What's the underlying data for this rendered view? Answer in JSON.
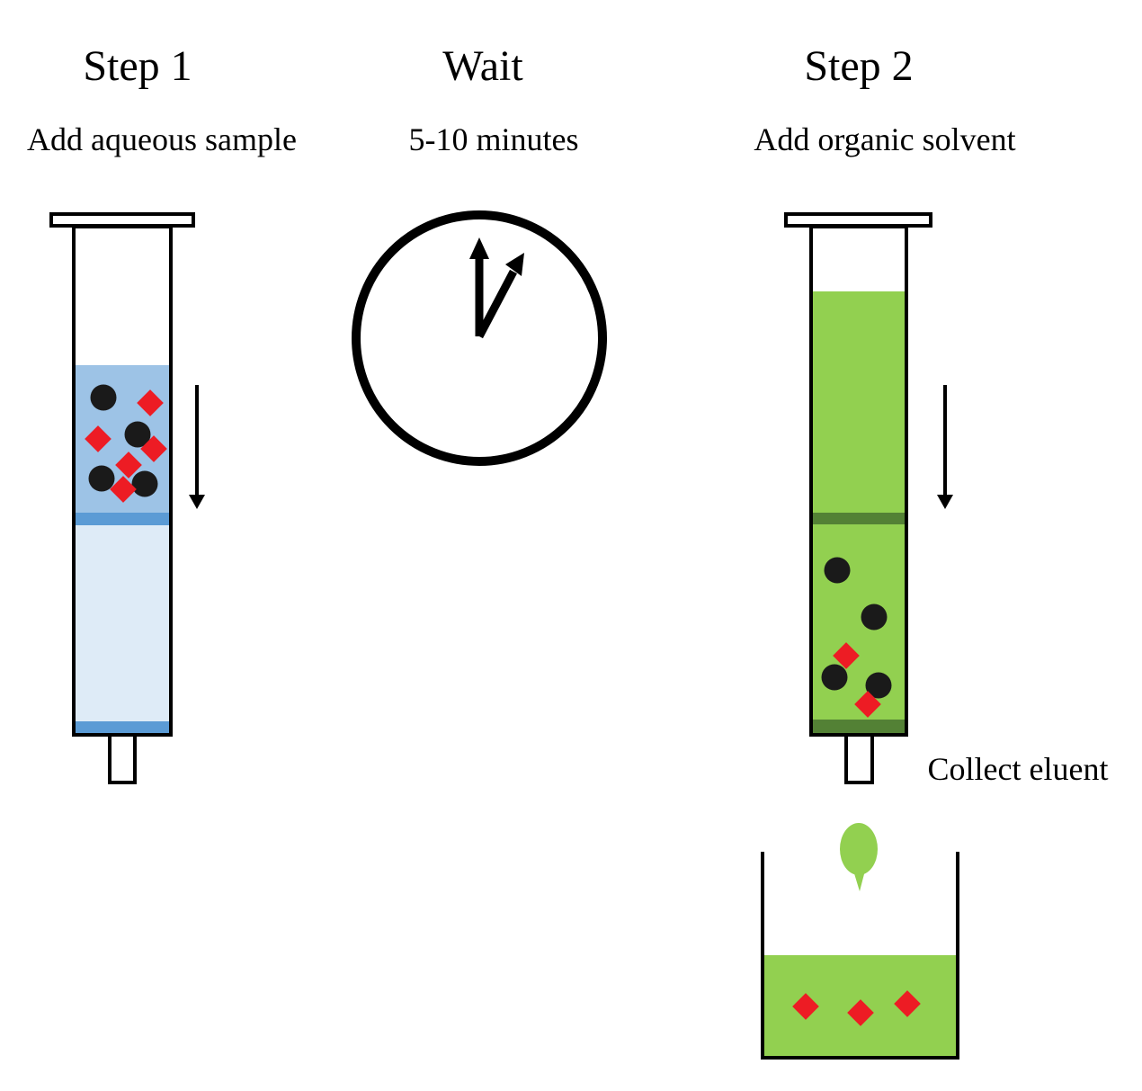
{
  "labels": {
    "step1_title": "Step 1",
    "step1_subtitle": "Add aqueous sample",
    "wait_title": "Wait",
    "wait_subtitle": "5-10 minutes",
    "step2_title": "Step 2",
    "step2_subtitle": "Add organic solvent",
    "collect_label": "Collect eluent"
  },
  "colors": {
    "page_bg": "#FFFFFF",
    "outline": "#000000",
    "aqueous_sample_blue": "#9DC3E6",
    "frit_blue": "#5B9BD5",
    "sorbent_pale_blue": "#DEEBF7",
    "organic_green": "#92D050",
    "frit_green": "#538135",
    "analyte_red": "#ED1C24",
    "matrix_black": "#1A1A1A"
  },
  "particles": {
    "step1_column": {
      "black_circles": 4,
      "red_diamonds": 5
    },
    "step2_column": {
      "black_circles": 4,
      "red_diamonds": 2
    },
    "beaker": {
      "red_diamonds": 3
    }
  },
  "icons": {
    "clock": "clock-icon",
    "down_arrow": "down-arrow-icon",
    "droplet": "droplet-icon"
  },
  "clock": {
    "time_shown": "approx 12:04"
  }
}
